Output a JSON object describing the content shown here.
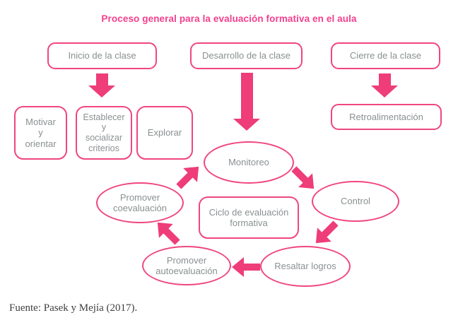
{
  "title": "Proceso general para la evaluación formativa en el aula",
  "source": "Fuente: Pasek y Mejía (2017).",
  "colors": {
    "accent": "#EE3D78",
    "node_border": "#F0467F",
    "node_text": "#8A9092",
    "title_text": "#F43F8E",
    "source_text": "#3E3E3E"
  },
  "nodes": {
    "inicio": {
      "label": "Inicio de la clase"
    },
    "desarrollo": {
      "label": "Desarrollo de la clase"
    },
    "cierre": {
      "label": "Cierre de la clase"
    },
    "motivar": {
      "label": "Motivar\ny\norientar"
    },
    "establecer": {
      "label": "Establecer\ny\nsocializar\ncriterios"
    },
    "explorar": {
      "label": "Explorar"
    },
    "retroalimentacion": {
      "label": "Retroalimentación"
    },
    "monitoreo": {
      "label": "Monitoreo"
    },
    "control": {
      "label": "Control"
    },
    "resaltar_logros": {
      "label": "Resaltar logros"
    },
    "promover_autoevaluacion": {
      "label": "Promover\nautoevaluación"
    },
    "promover_coevaluacion": {
      "label": "Promover\ncoevaluación"
    },
    "ciclo": {
      "label": "Ciclo de evaluación\nformativa"
    }
  }
}
